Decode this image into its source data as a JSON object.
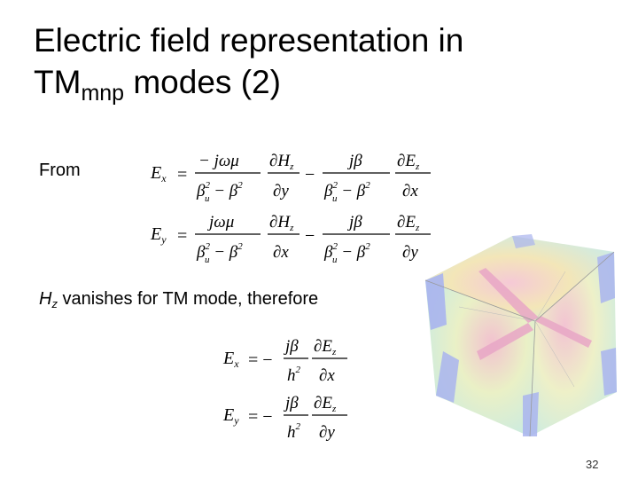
{
  "slide": {
    "title_main": "Electric field representation in TM",
    "title_sub": "mnp",
    "title_end": " modes (2)",
    "from_label": "From",
    "hz_symbol": "H",
    "hz_sub": "z",
    "hz_rest": " vanishes for TM mode, therefore",
    "slide_number": "32"
  },
  "equations": {
    "ex_full": {
      "lhs": "E",
      "lhs_sub": "x",
      "num1": "− jωμ",
      "num2": "∂H",
      "num2_sub": "z",
      "den2": "∂y",
      "num3": "jβ",
      "num4": "∂E",
      "num4_sub": "z",
      "den4": "∂x",
      "op1": "=",
      "op2": "−"
    },
    "ey_full": {
      "lhs": "E",
      "lhs_sub": "y",
      "num1": "jωμ",
      "num2": "∂H",
      "num2_sub": "z",
      "den2": "∂x",
      "num3": "jβ",
      "num4": "∂E",
      "num4_sub": "z",
      "den4": "∂y",
      "op1": "=",
      "op2": "−"
    },
    "den_beta": "β",
    "den_u": "u",
    "den_two": "2",
    "den_minus": " − β",
    "ex_short": {
      "lhs": "E",
      "lhs_sub": "x",
      "num1": "jβ",
      "den1": "h",
      "den1_sup": "2",
      "num2": "∂E",
      "num2_sub": "z",
      "den2": "∂x",
      "op": "= −"
    },
    "ey_short": {
      "lhs": "E",
      "lhs_sub": "y",
      "num1": "jβ",
      "den1": "h",
      "den1_sup": "2",
      "num2": "∂E",
      "num2_sub": "z",
      "den2": "∂y",
      "op": "= −"
    }
  },
  "colors": {
    "cube_pink": "#e8a6c6",
    "cube_blue": "#a9b4ee",
    "cube_green": "#cdeedd"
  }
}
